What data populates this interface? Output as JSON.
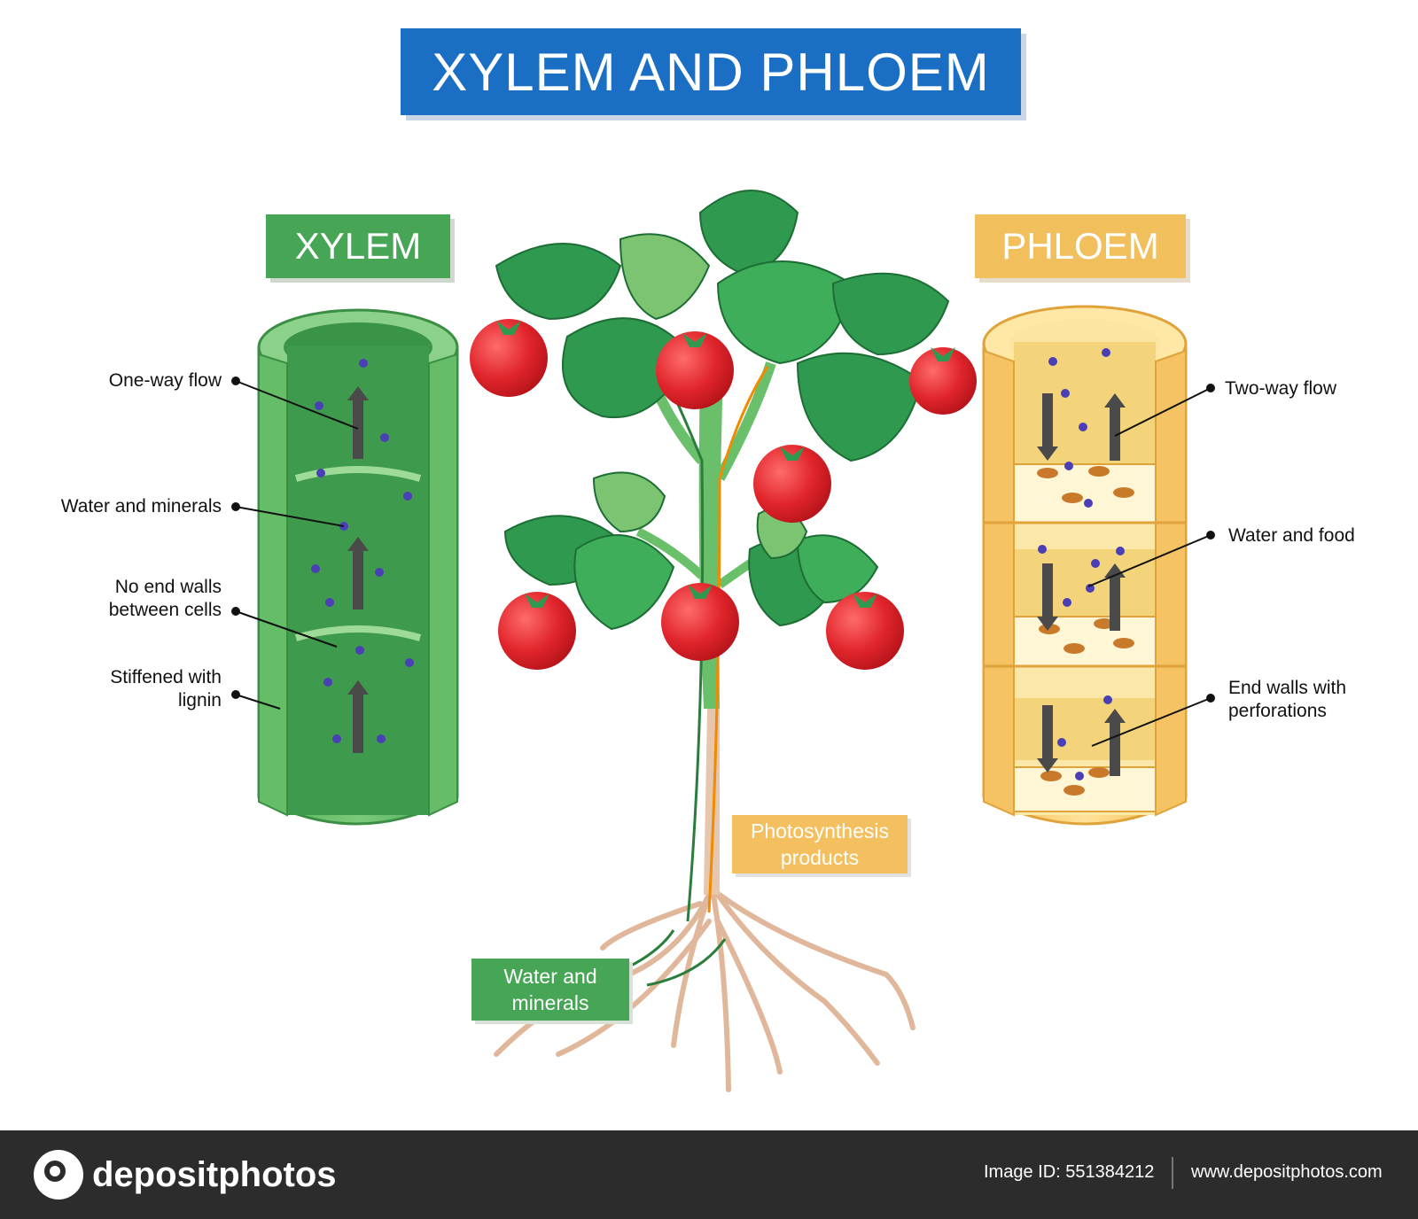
{
  "title": "XYLEM AND PHLOEM",
  "xylem": {
    "label": "XYLEM",
    "callouts": [
      "One-way flow",
      "Water and minerals",
      "No end walls\nbetween cells",
      "Stiffened with\nlignin"
    ]
  },
  "phloem": {
    "label": "PHLOEM",
    "callouts": [
      "Two-way flow",
      "Water and food",
      "End walls with\nperforations"
    ]
  },
  "plant": {
    "photosynthesis_tag": "Photosynthesis\nproducts",
    "water_tag": "Water and\nminerals"
  },
  "footer": {
    "brand": "depositphotos",
    "image_id": "Image ID: 551384212",
    "url": "www.depositphotos.com"
  },
  "colors": {
    "title_bg": "#1a6fc4",
    "xylem_green": "#47a656",
    "phloem_yellow": "#f2bf5d",
    "tomato_red": "#d8232a",
    "leaf_green": "#2f9a4f"
  }
}
